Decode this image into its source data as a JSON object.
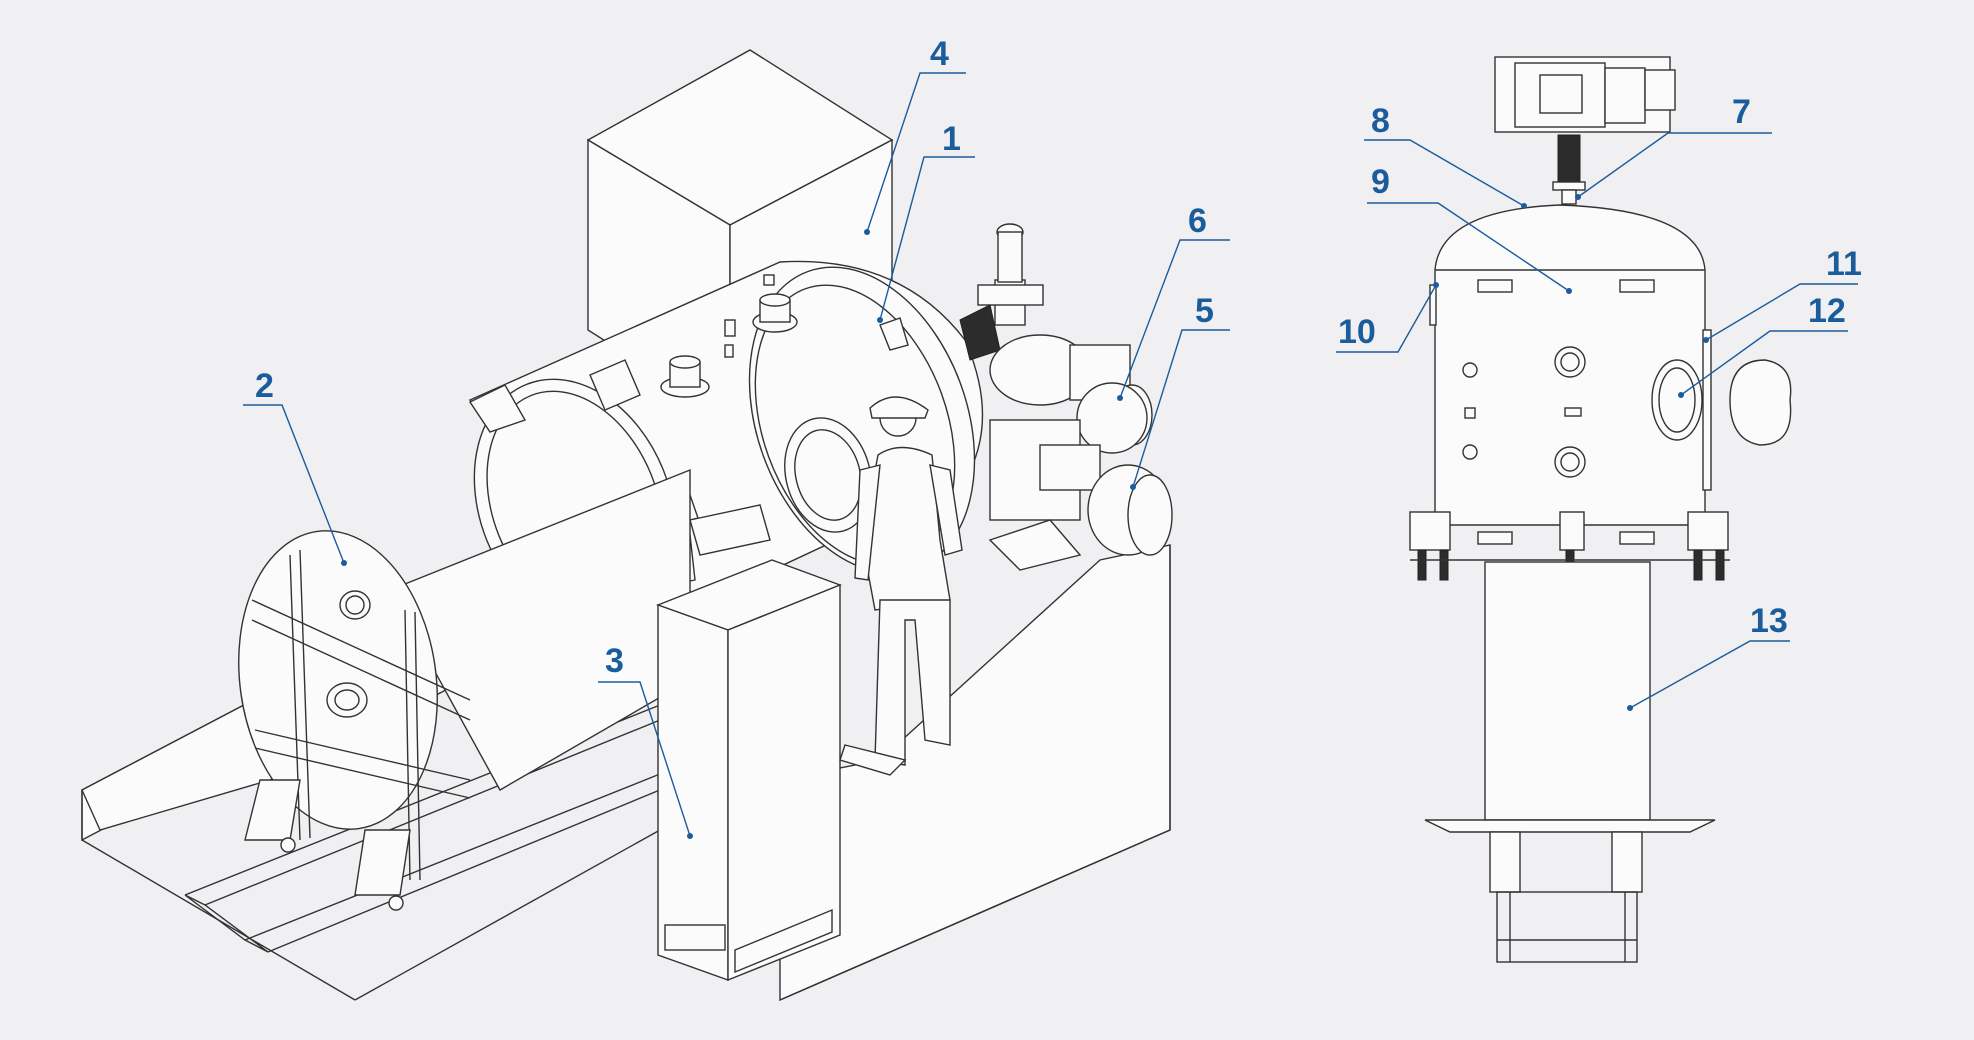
{
  "callouts": {
    "c1": "1",
    "c2": "2",
    "c3": "3",
    "c4": "4",
    "c5": "5",
    "c6": "6",
    "c7": "7",
    "c8": "8",
    "c9": "9",
    "c10": "10",
    "c11": "11",
    "c12": "12",
    "c13": "13"
  },
  "colors": {
    "background": "#f0eff1",
    "accent": "#1b5c9d",
    "line": "#333333"
  }
}
